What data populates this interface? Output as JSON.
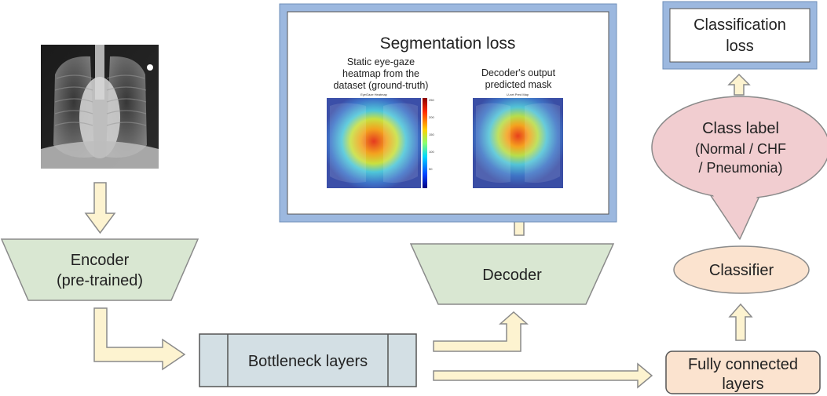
{
  "colors": {
    "encoder_fill": "#d9e7d2",
    "bottleneck_fill": "#d3dfe4",
    "loss_border": "#9cb8df",
    "class_label_fill": "#f1cdd0",
    "classifier_fill": "#fbe3cf",
    "arrow_fill": "#fdf3d0"
  },
  "nodes": {
    "encoder": {
      "line1": "Encoder",
      "line2": "(pre-trained)"
    },
    "bottleneck": {
      "label": "Bottleneck layers"
    },
    "decoder": {
      "label": "Decoder"
    },
    "segmentation_loss": {
      "title": "Segmentation loss",
      "gt_caption": [
        "Static eye-gaze",
        "heatmap from the",
        "dataset (ground-truth)"
      ],
      "gt_image_title": "EyeGaze Heatmap",
      "pred_caption": [
        "Decoder's output",
        "predicted mask"
      ],
      "pred_image_title": "U-net Pred Map",
      "colorbar_ticks": [
        "250",
        "200",
        "150",
        "100",
        "50"
      ]
    },
    "classification_loss": {
      "line1": "Classification",
      "line2": "loss"
    },
    "class_label": {
      "line1": "Class label",
      "line2": "(Normal / CHF",
      "line3": "/ Pneumonia)"
    },
    "classifier": {
      "label": "Classifier"
    },
    "fully_connected": {
      "line1": "Fully connected",
      "line2": "layers"
    }
  },
  "icons": {
    "xray_image": "chest-xray-image",
    "heatmap_gt": "eye-gaze-heatmap-image",
    "heatmap_pred": "predicted-mask-image"
  }
}
